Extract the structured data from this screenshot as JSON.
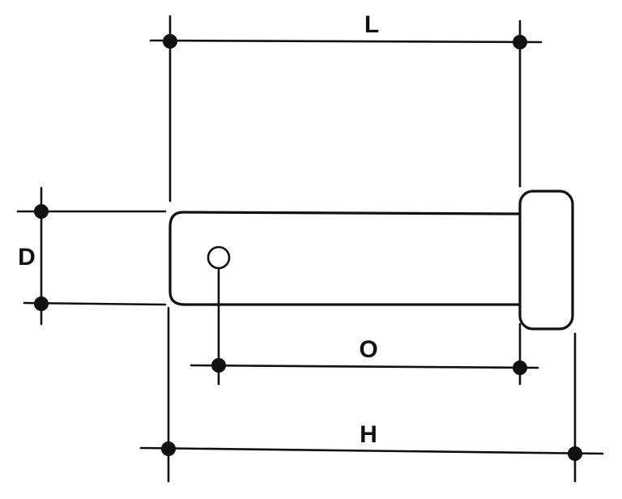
{
  "diagram": {
    "labels": {
      "length": "L",
      "diameter": "D",
      "hole_offset": "O",
      "overall_length": "H"
    },
    "colors": {
      "ink": "#111111",
      "background": "#ffffff"
    }
  }
}
